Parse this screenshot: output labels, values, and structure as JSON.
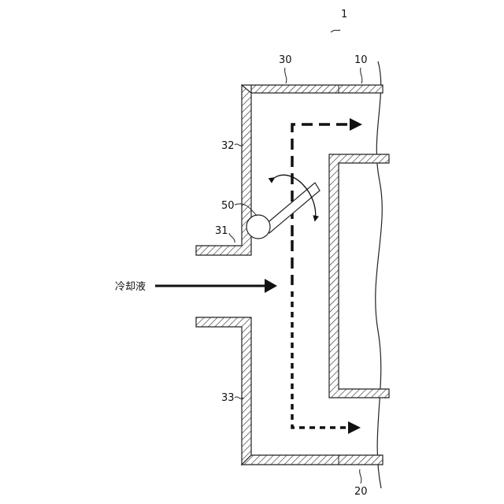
{
  "labels": {
    "device": "1",
    "housing_top": "30",
    "part_top_right": "10",
    "side_upper": "32",
    "valve": "50",
    "inlet_upper": "31",
    "side_lower": "33",
    "part_bottom_right": "20",
    "coolant": "冷却液"
  }
}
